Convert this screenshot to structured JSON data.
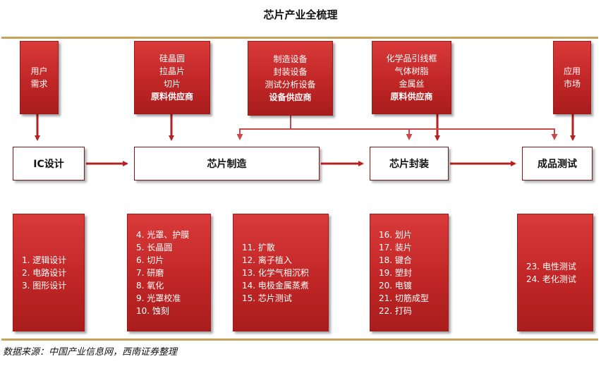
{
  "title": "芯片产业全梳理",
  "source": "数据来源：中国产业信息网，西南证券整理",
  "suppliers": {
    "user_demand": [
      "用户",
      "需求"
    ],
    "raw_materials": {
      "items": [
        "硅晶圆",
        "拉晶片",
        "切片"
      ],
      "label": "原料供应商"
    },
    "equipment": {
      "items": [
        "制造设备",
        "封装设备",
        "测试分析设备"
      ],
      "label": "设备供应商"
    },
    "chem_materials": {
      "items": [
        "化学品引线框",
        "气体树脂",
        "金属丝"
      ],
      "label": "原料供应商"
    },
    "app_market": [
      "应用",
      "市场"
    ]
  },
  "stages": {
    "ic_design": "IC设计",
    "manufacturing": "芯片制造",
    "packaging": "芯片封装",
    "testing": "成品测试"
  },
  "steps": {
    "design": [
      "1. 逻辑设计",
      "2. 电路设计",
      "3. 图形设计"
    ],
    "mfg_a": [
      "4. 光罩、护膜",
      "5. 长晶圆",
      "6. 切片",
      "7. 研磨",
      "8. 氧化",
      "9. 光罩校准",
      "10. 蚀刻"
    ],
    "mfg_b": [
      "11. 扩散",
      "12. 离子植入",
      "13. 化学气相沉积",
      "14. 电极金属蒸煮",
      "15. 芯片测试"
    ],
    "packaging": [
      "16. 划片",
      "17. 装片",
      "18. 键合",
      "19. 塑封",
      "20. 电镀",
      "21. 切筋成型",
      "22. 打码"
    ],
    "testing": [
      "23. 电性测试",
      "24. 老化测试"
    ]
  },
  "colors": {
    "red": "#c12626",
    "rule": "#c8a15a",
    "arrow": "#b52222"
  }
}
